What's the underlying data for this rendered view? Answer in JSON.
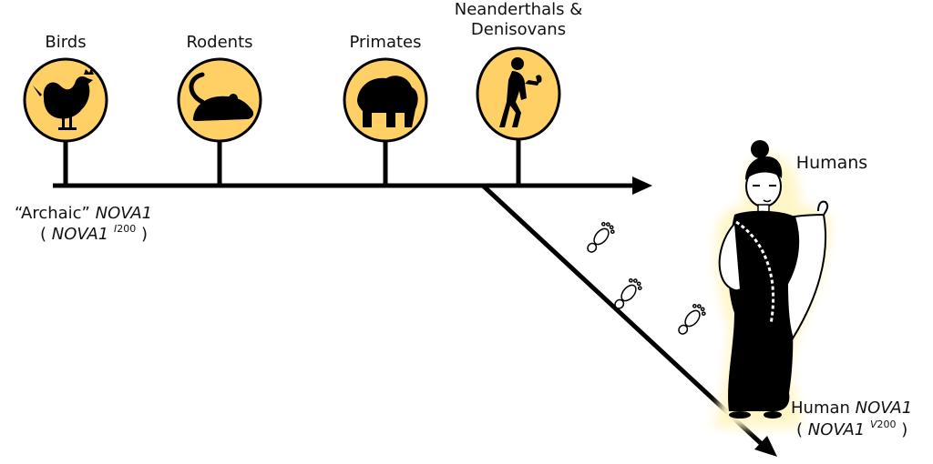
{
  "timeline": {
    "groups": [
      {
        "label": "Birds",
        "icon": "chicken-icon"
      },
      {
        "label": "Rodents",
        "icon": "rat-icon"
      },
      {
        "label": "Primates",
        "icon": "gorilla-icon"
      },
      {
        "label": "Neanderthals &\nDenisovans",
        "icon": "hominin-icon"
      }
    ],
    "branch_label": "Humans",
    "branch_icon": "woman-in-sari-icon"
  },
  "archaic": {
    "quote_text": "“Archaic”",
    "gene": "NOVA1",
    "open": "(",
    "variant_letter": "I",
    "variant_pos": "200",
    "close": ")"
  },
  "human": {
    "prefix": "Human",
    "gene": "NOVA1",
    "open": "(",
    "variant_letter": "V",
    "variant_pos": "200",
    "close": ")"
  },
  "colors": {
    "circle_fill": "#ffd066",
    "glow": "#fff2b8",
    "ink": "#000000"
  },
  "footprints_icon": "footprints-icon"
}
